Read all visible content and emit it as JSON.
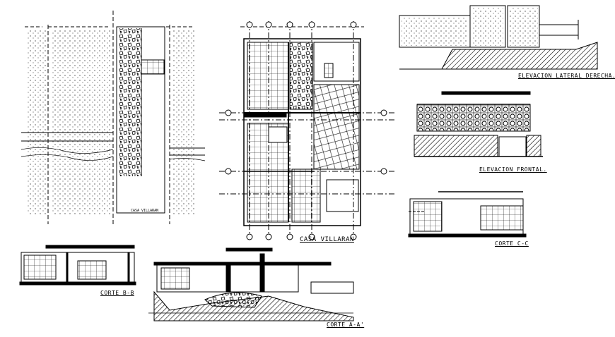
{
  "labels": {
    "site_plan": "CASA VILLARAN",
    "floor_plan": "CASA VILLARAN",
    "elev_right": "ELEVACION LATERAL DERECHA.",
    "elev_front": "ELEVACION FRONTAL.",
    "corte_cc": "CORTE C-C",
    "corte_bb": "CORTE B-B",
    "corte_aa": "CORTE A-A'"
  },
  "colors": {
    "ink": "#000000",
    "paper": "#ffffff"
  }
}
